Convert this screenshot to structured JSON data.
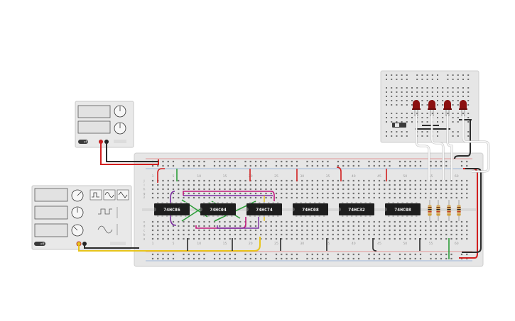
{
  "power_supply": {
    "name": "dc-power-supply",
    "switch_label": "off"
  },
  "function_generator": {
    "name": "function-generator",
    "waveform_icons": [
      "square-wave-icon",
      "sine-wave-icon",
      "triangle-wave-icon"
    ],
    "switch_label": "off"
  },
  "chips": [
    {
      "label": "74HC86"
    },
    {
      "label": "74HC04"
    },
    {
      "label": "74HC74"
    },
    {
      "label": "74HC08"
    },
    {
      "label": "74HC32"
    },
    {
      "label": "74HC08"
    }
  ],
  "column_numbers_top": [
    "1",
    "5",
    "10",
    "15",
    "20",
    "25",
    "30",
    "35",
    "40",
    "45",
    "50",
    "55",
    "60"
  ],
  "column_numbers_bottom": [
    "1",
    "5",
    "10",
    "15",
    "20",
    "25",
    "30",
    "35",
    "40",
    "45",
    "50",
    "55",
    "60"
  ],
  "row_letters": [
    "a",
    "b",
    "c",
    "d",
    "e",
    "f",
    "g",
    "h",
    "i",
    "j"
  ],
  "leds": {
    "count": 4,
    "color": "#8b1010"
  },
  "resistors": {
    "count": 4
  },
  "colors": {
    "breadboard": "#e6e6e6",
    "chip": "#1e1e1e",
    "wire_red": "#d11f1f",
    "wire_black": "#2b2b2b",
    "wire_green": "#2e9e3a",
    "wire_yellow": "#e8c51c",
    "wire_purple": "#7a2ca0",
    "wire_magenta": "#c2187c",
    "wire_white": "#f5f5f5"
  }
}
